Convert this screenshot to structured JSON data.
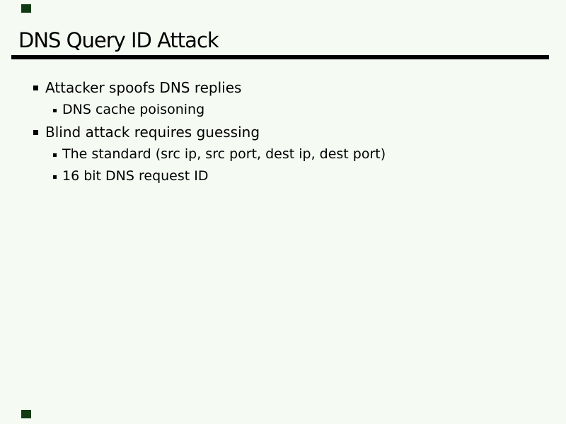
{
  "slide": {
    "title": "DNS Query ID Attack",
    "background_color": "#f5faf3",
    "text_color": "#000000",
    "rule_color": "#000000",
    "corner_marker_color": "#123a12"
  },
  "icons": {
    "bullet_level1": "■",
    "bullet_level2": "▪"
  },
  "bullets": [
    {
      "level": 1,
      "text": "Attacker spoofs DNS replies"
    },
    {
      "level": 2,
      "text": "DNS cache poisoning"
    },
    {
      "level": 1,
      "text": "Blind attack requires guessing"
    },
    {
      "level": 2,
      "text": "The standard (src ip, src port, dest ip, dest port)"
    },
    {
      "level": 2,
      "text": "16 bit DNS request ID"
    }
  ]
}
